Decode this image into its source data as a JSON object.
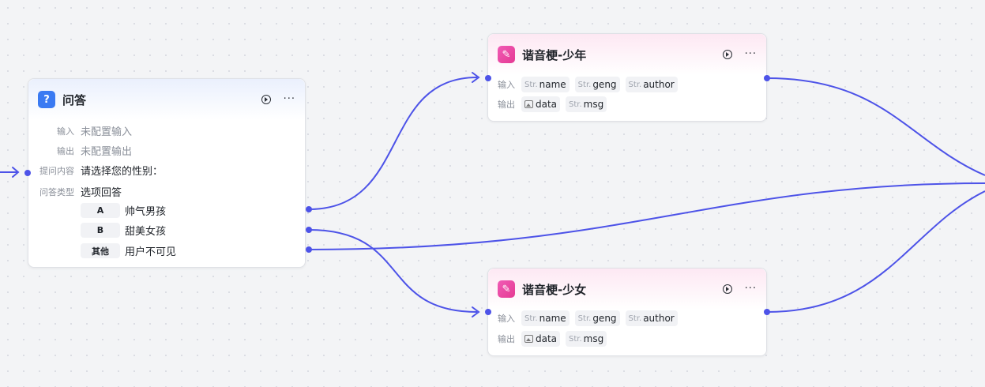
{
  "colors": {
    "edge": "#4d53e8",
    "port": "#4d53e8",
    "qa_icon": "#3a7af2",
    "pun_icon": "#e53a93"
  },
  "qa_node": {
    "title": "问答",
    "icon": "question-icon",
    "input_label": "输入",
    "input_value": "未配置输入",
    "output_label": "输出",
    "output_value": "未配置输出",
    "prompt_label": "提问内容",
    "prompt_value": "请选择您的性别：",
    "type_label": "问答类型",
    "type_value": "选项回答",
    "options": [
      {
        "key": "A",
        "text": "帅气男孩"
      },
      {
        "key": "B",
        "text": "甜美女孩"
      },
      {
        "key": "其他",
        "text": "用户不可见"
      }
    ]
  },
  "pun_nodes": [
    {
      "title": "谐音梗-少年",
      "icon": "edit-icon",
      "input_label": "输入",
      "output_label": "输出",
      "inputs": [
        {
          "type": "Str.",
          "name": "name"
        },
        {
          "type": "Str.",
          "name": "geng"
        },
        {
          "type": "Str.",
          "name": "author"
        }
      ],
      "outputs": [
        {
          "type": "image-icon",
          "name": "data"
        },
        {
          "type": "Str.",
          "name": "msg"
        }
      ]
    },
    {
      "title": "谐音梗-少女",
      "icon": "edit-icon",
      "input_label": "输入",
      "output_label": "输出",
      "inputs": [
        {
          "type": "Str.",
          "name": "name"
        },
        {
          "type": "Str.",
          "name": "geng"
        },
        {
          "type": "Str.",
          "name": "author"
        }
      ],
      "outputs": [
        {
          "type": "image-icon",
          "name": "data"
        },
        {
          "type": "Str.",
          "name": "msg"
        }
      ]
    }
  ]
}
